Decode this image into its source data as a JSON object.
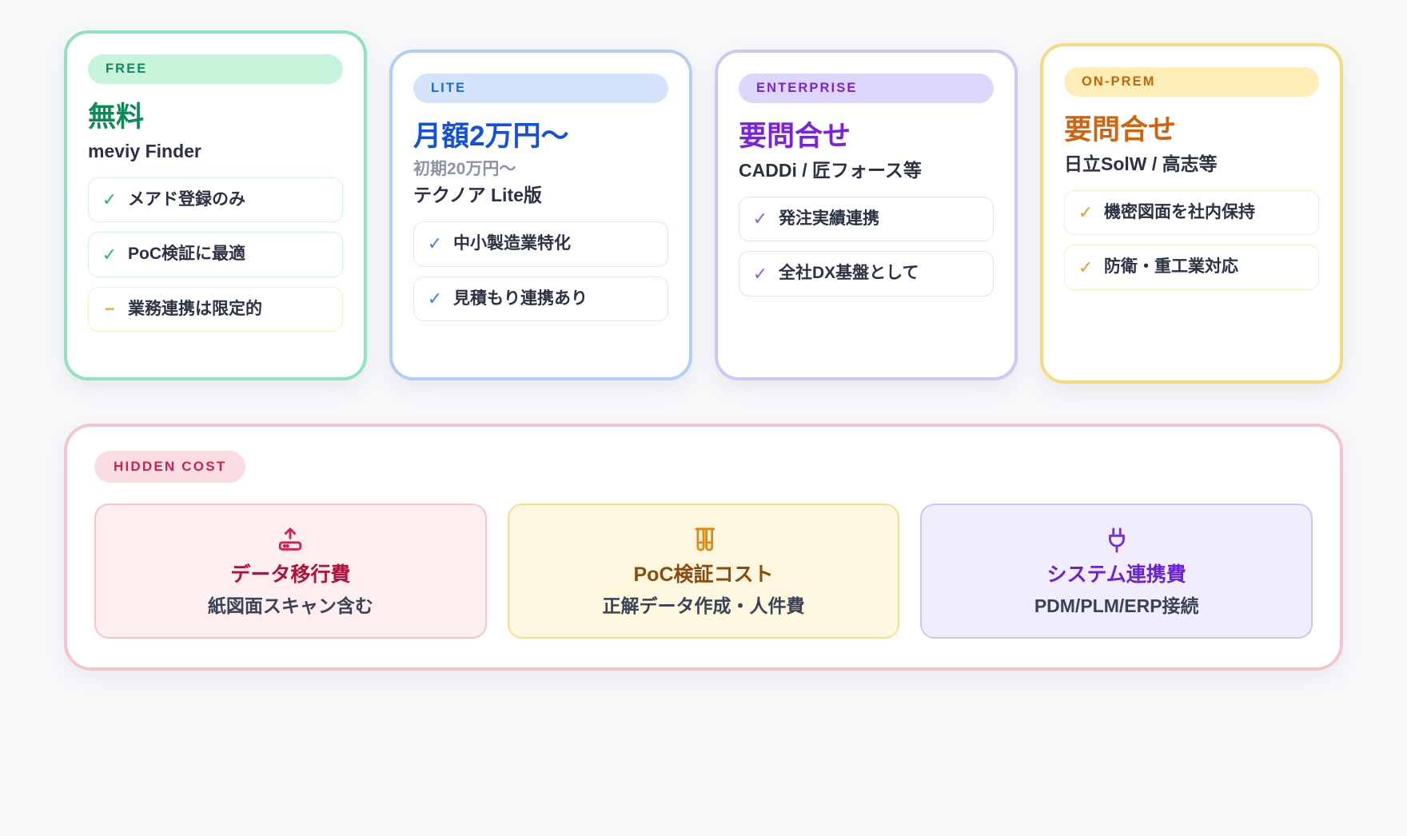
{
  "tiers": [
    {
      "badge": "FREE",
      "price": "無料",
      "subprice": "",
      "product": "meviy Finder",
      "accent": "#0e8a57",
      "features": [
        {
          "mark": "check",
          "text": "メアド登録のみ",
          "type": "ok"
        },
        {
          "mark": "check",
          "text": "PoC検証に最適",
          "type": "ok"
        },
        {
          "mark": "dash",
          "text": "業務連携は限定的",
          "type": "warn"
        }
      ]
    },
    {
      "badge": "LITE",
      "price": "月額2万円〜",
      "subprice": "初期20万円〜",
      "product": "テクノア Lite版",
      "accent": "#1350e0",
      "features": [
        {
          "mark": "check",
          "text": "中小製造業特化",
          "type": "ok"
        },
        {
          "mark": "check",
          "text": "見積もり連携あり",
          "type": "ok"
        }
      ]
    },
    {
      "badge": "ENTERPRISE",
      "price": "要問合せ",
      "subprice": "",
      "product": "CADDi / 匠フォース等",
      "accent": "#7b1fe0",
      "features": [
        {
          "mark": "check",
          "text": "発注実績連携",
          "type": "ok"
        },
        {
          "mark": "check",
          "text": "全社DX基盤として",
          "type": "ok"
        }
      ]
    },
    {
      "badge": "ON-PREM",
      "price": "要問合せ",
      "subprice": "",
      "product": "日立SolW / 高志等",
      "accent": "#d2620c",
      "features": [
        {
          "mark": "check",
          "text": "機密図面を社内保持",
          "type": "ok"
        },
        {
          "mark": "check",
          "text": "防衛・重工業対応",
          "type": "ok"
        }
      ]
    }
  ],
  "hidden": {
    "badge": "HIDDEN COST",
    "accent": "#d31f52",
    "items": [
      {
        "icon": "hard-drive-upload-icon",
        "title": "データ移行費",
        "sub": "紙図面スキャン含む",
        "color": "#b01239"
      },
      {
        "icon": "test-tubes-icon",
        "title": "PoC検証コスト",
        "sub": "正解データ作成・人件費",
        "color": "#8a4b0c"
      },
      {
        "icon": "plug-icon",
        "title": "システム連携費",
        "sub": "PDM/PLM/ERP接続",
        "color": "#6b21d6"
      }
    ]
  }
}
